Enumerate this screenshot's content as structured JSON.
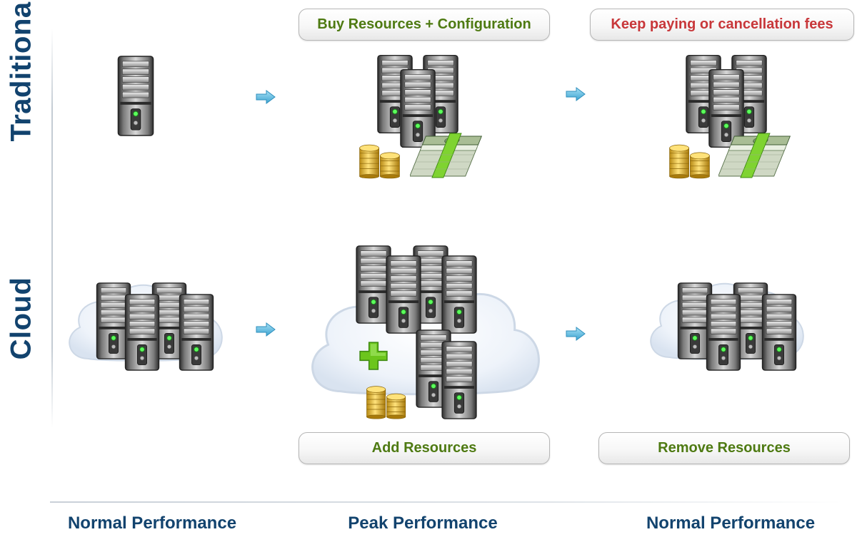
{
  "rows": {
    "traditional": "Traditional",
    "cloud": "Cloud"
  },
  "captions": {
    "buy_resources": "Buy Resources + Configuration",
    "keep_paying": "Keep paying or cancellation fees",
    "add_resources": "Add Resources",
    "remove_resources": "Remove Resources"
  },
  "columns": {
    "normal_left": "Normal Performance",
    "peak": "Peak Performance",
    "normal_right": "Normal Performance"
  },
  "colors": {
    "label_blue": "#12436e",
    "caption_green": "#4e7a12",
    "caption_red": "#c8373a",
    "arrow_blue": "#4bb3dd",
    "plus_green": "#6cc51c"
  },
  "icons": {
    "server": "server-tower-icon",
    "cloud": "cloud-icon",
    "arrow": "arrow-right-icon",
    "coins": "coin-stack-icon",
    "cash": "cash-bundle-icon",
    "plus": "plus-icon"
  }
}
